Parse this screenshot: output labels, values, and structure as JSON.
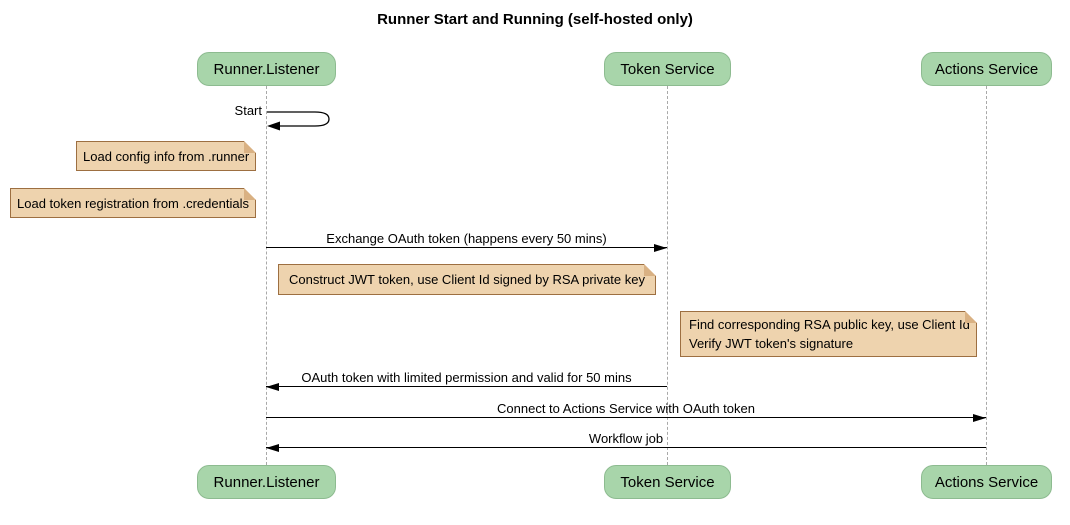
{
  "title": "Runner Start and Running (self-hosted only)",
  "colors": {
    "actor_fill": "#a8d5aa",
    "actor_border": "#8dbb90",
    "note_fill": "#eed3ae",
    "note_border": "#9d6f41",
    "lifeline": "#a9a9a9",
    "message_line": "#000000",
    "background": "#ffffff"
  },
  "participants": [
    {
      "name": "Runner.Listener"
    },
    {
      "name": "Token Service"
    },
    {
      "name": "Actions Service"
    }
  ],
  "messages": [
    {
      "label": "Start",
      "from": "Runner.Listener",
      "to": "Runner.Listener",
      "kind": "self"
    },
    {
      "label": "Exchange OAuth token (happens every 50 mins)",
      "from": "Runner.Listener",
      "to": "Token Service",
      "kind": "solid-arrow"
    },
    {
      "label": "OAuth token with limited permission and valid for 50 mins",
      "from": "Token Service",
      "to": "Runner.Listener",
      "kind": "solid-arrow"
    },
    {
      "label": "Connect to Actions Service with OAuth token",
      "from": "Runner.Listener",
      "to": "Actions Service",
      "kind": "solid-arrow"
    },
    {
      "label": "Workflow job",
      "from": "Actions Service",
      "to": "Runner.Listener",
      "kind": "solid-arrow"
    }
  ],
  "notes": [
    {
      "lines": [
        "Load config info from .runner"
      ]
    },
    {
      "lines": [
        "Load token registration from .credentials"
      ]
    },
    {
      "lines": [
        "Construct JWT token, use Client Id signed by RSA private key"
      ]
    },
    {
      "lines": [
        "Find corresponding RSA public key, use Client Id",
        "Verify JWT token's signature"
      ]
    }
  ]
}
